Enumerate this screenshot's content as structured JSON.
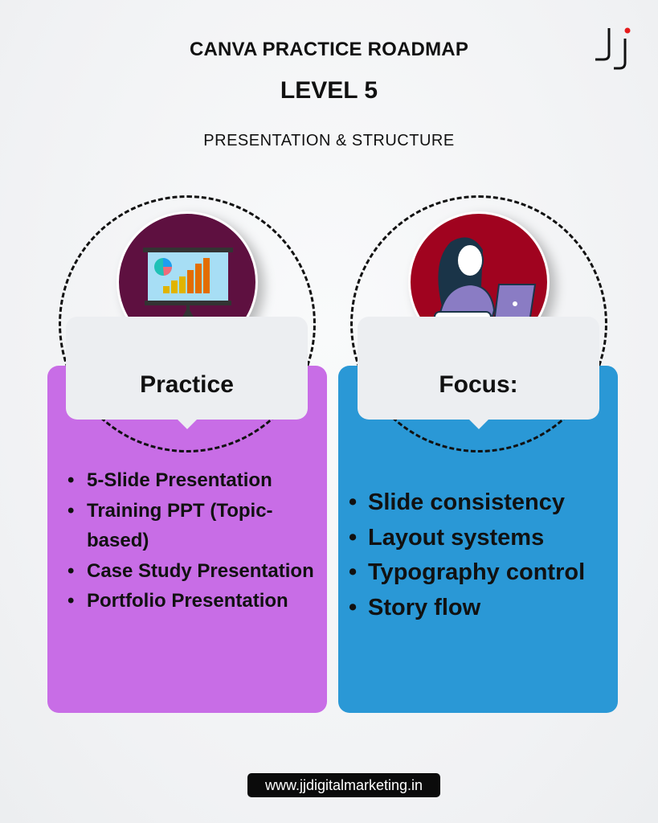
{
  "header": {
    "title": "CANVA PRACTICE ROADMAP",
    "level": "LEVEL 5",
    "subtitle": "PRESENTATION & STRUCTURE",
    "logo": "Jj"
  },
  "practice": {
    "label": "Practice",
    "icon": "presentation-board-icon",
    "color": "#c86de6",
    "items": [
      "5-Slide Presentation",
      "Training PPT (Topic-based)",
      "Case Study Presentation",
      "Portfolio Presentation"
    ]
  },
  "focus": {
    "label": "Focus:",
    "icon": "woman-laptop-icon",
    "color": "#2a98d6",
    "items": [
      "Slide consistency",
      "Layout systems",
      "Typography control",
      "Story flow"
    ]
  },
  "footer": {
    "url": "www.jjdigitalmarketing.in"
  }
}
